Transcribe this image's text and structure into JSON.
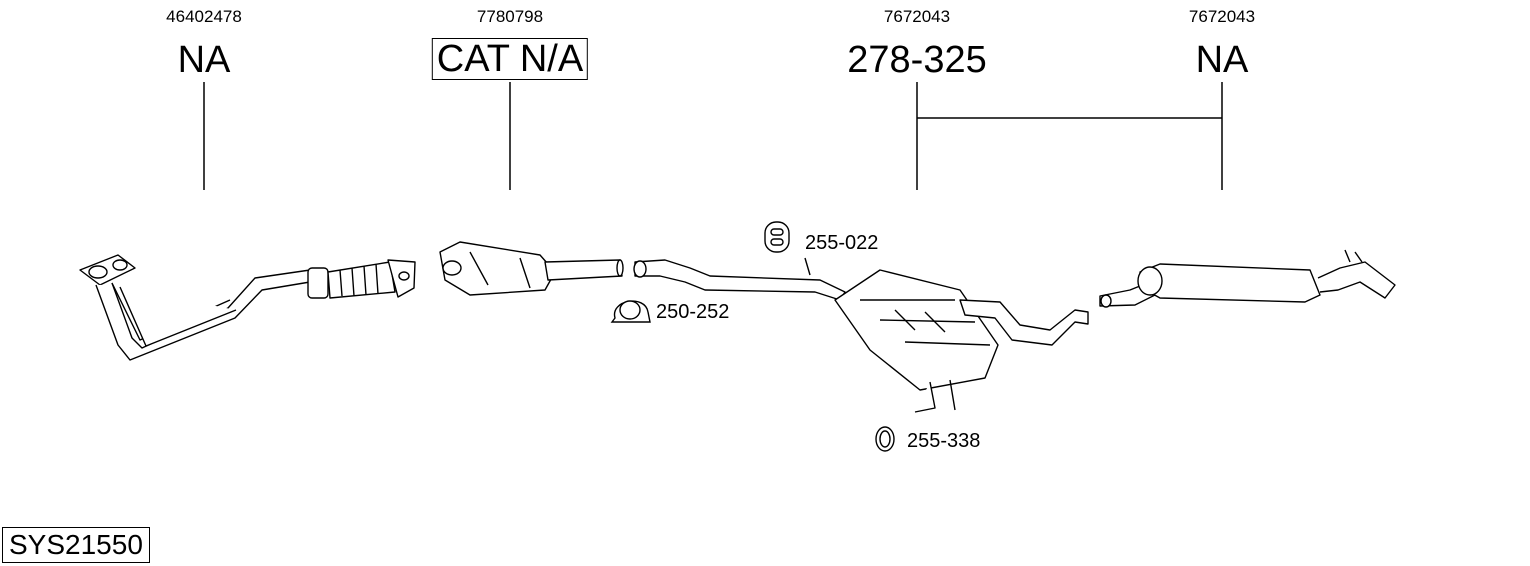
{
  "oe_numbers": [
    "46402478",
    "7780798",
    "7672043",
    "7672043"
  ],
  "main_labels": [
    "NA",
    "CAT N/A",
    "278-325",
    "NA"
  ],
  "part_labels": {
    "clamp": "250-252",
    "hanger": "255-022",
    "ring": "255-338"
  },
  "system_code": "SYS21550"
}
